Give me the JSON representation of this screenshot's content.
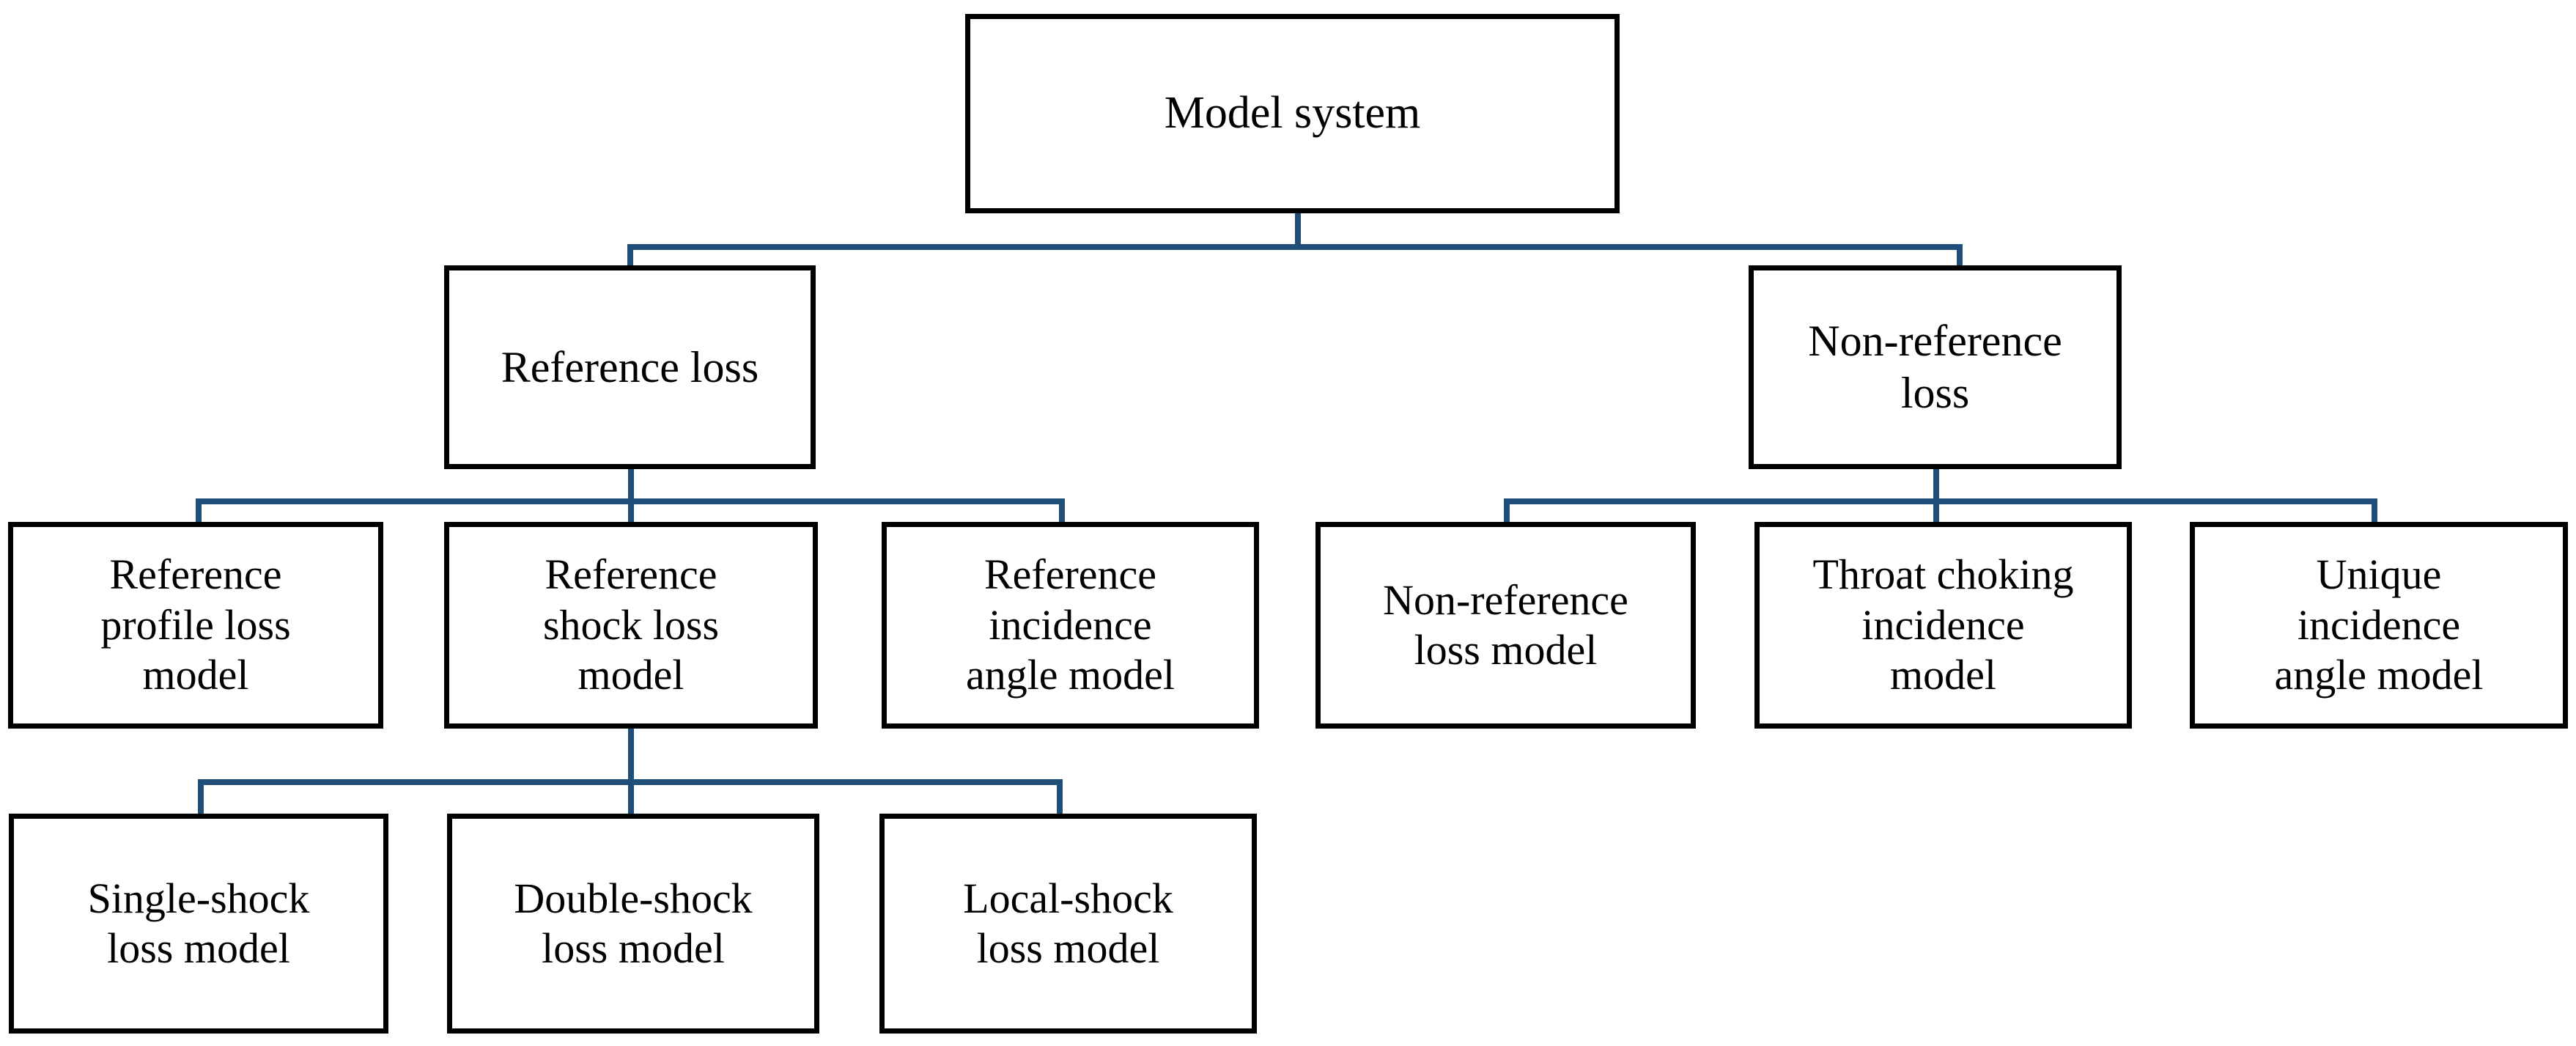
{
  "diagram": {
    "title": "Model system",
    "type": "hierarchy-tree",
    "accent_color": "#1F4E79",
    "box_border_color": "#000000",
    "background_color": "#FFFFFF",
    "nodes": {
      "root": {
        "label": "Model system"
      },
      "level2": [
        {
          "id": "reference-loss",
          "label": "Reference loss"
        },
        {
          "id": "non-reference-loss",
          "label": "Non-reference\nloss"
        }
      ],
      "level3_left": [
        {
          "id": "reference-profile-loss-model",
          "label": "Reference\nprofile loss\nmodel"
        },
        {
          "id": "reference-shock-loss-model",
          "label": "Reference\nshock loss\nmodel"
        },
        {
          "id": "reference-incidence-angle-model",
          "label": "Reference\nincidence\nangle model"
        }
      ],
      "level3_right": [
        {
          "id": "non-reference-loss-model",
          "label": "Non-reference\nloss model"
        },
        {
          "id": "throat-choking-incidence-model",
          "label": "Throat choking\nincidence\nmodel"
        },
        {
          "id": "unique-incidence-angle-model",
          "label": "Unique\nincidence\nangle model"
        }
      ],
      "level4": [
        {
          "id": "single-shock-loss-model",
          "label": "Single-shock\nloss model"
        },
        {
          "id": "double-shock-loss-model",
          "label": "Double-shock\nloss model"
        },
        {
          "id": "local-shock-loss-model",
          "label": "Local-shock\nloss model"
        }
      ]
    }
  }
}
